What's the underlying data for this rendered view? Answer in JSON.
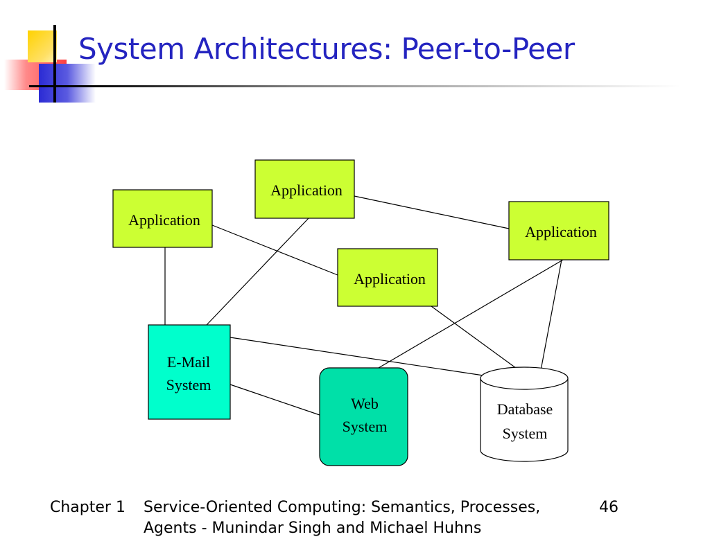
{
  "slide": {
    "title": "System Architectures: Peer-to-Peer"
  },
  "diagram": {
    "nodes": {
      "app_left": {
        "label": "Application",
        "color": "#ccff33"
      },
      "app_top": {
        "label": "Application",
        "color": "#ccff33"
      },
      "app_right": {
        "label": "Application",
        "color": "#ccff33"
      },
      "app_center": {
        "label": "Application",
        "color": "#ccff33"
      },
      "email": {
        "line1": "E-Mail",
        "line2": "System",
        "color": "#00ffcc"
      },
      "web": {
        "line1": "Web",
        "line2": "System",
        "color": "#00e0a8"
      },
      "database": {
        "line1": "Database",
        "line2": "System",
        "color": "#ffffff"
      }
    }
  },
  "footer": {
    "chapter": "Chapter 1",
    "title": "Service-Oriented Computing: Semantics, Processes, Agents - Munindar Singh and Michael Huhns",
    "page": "46"
  }
}
